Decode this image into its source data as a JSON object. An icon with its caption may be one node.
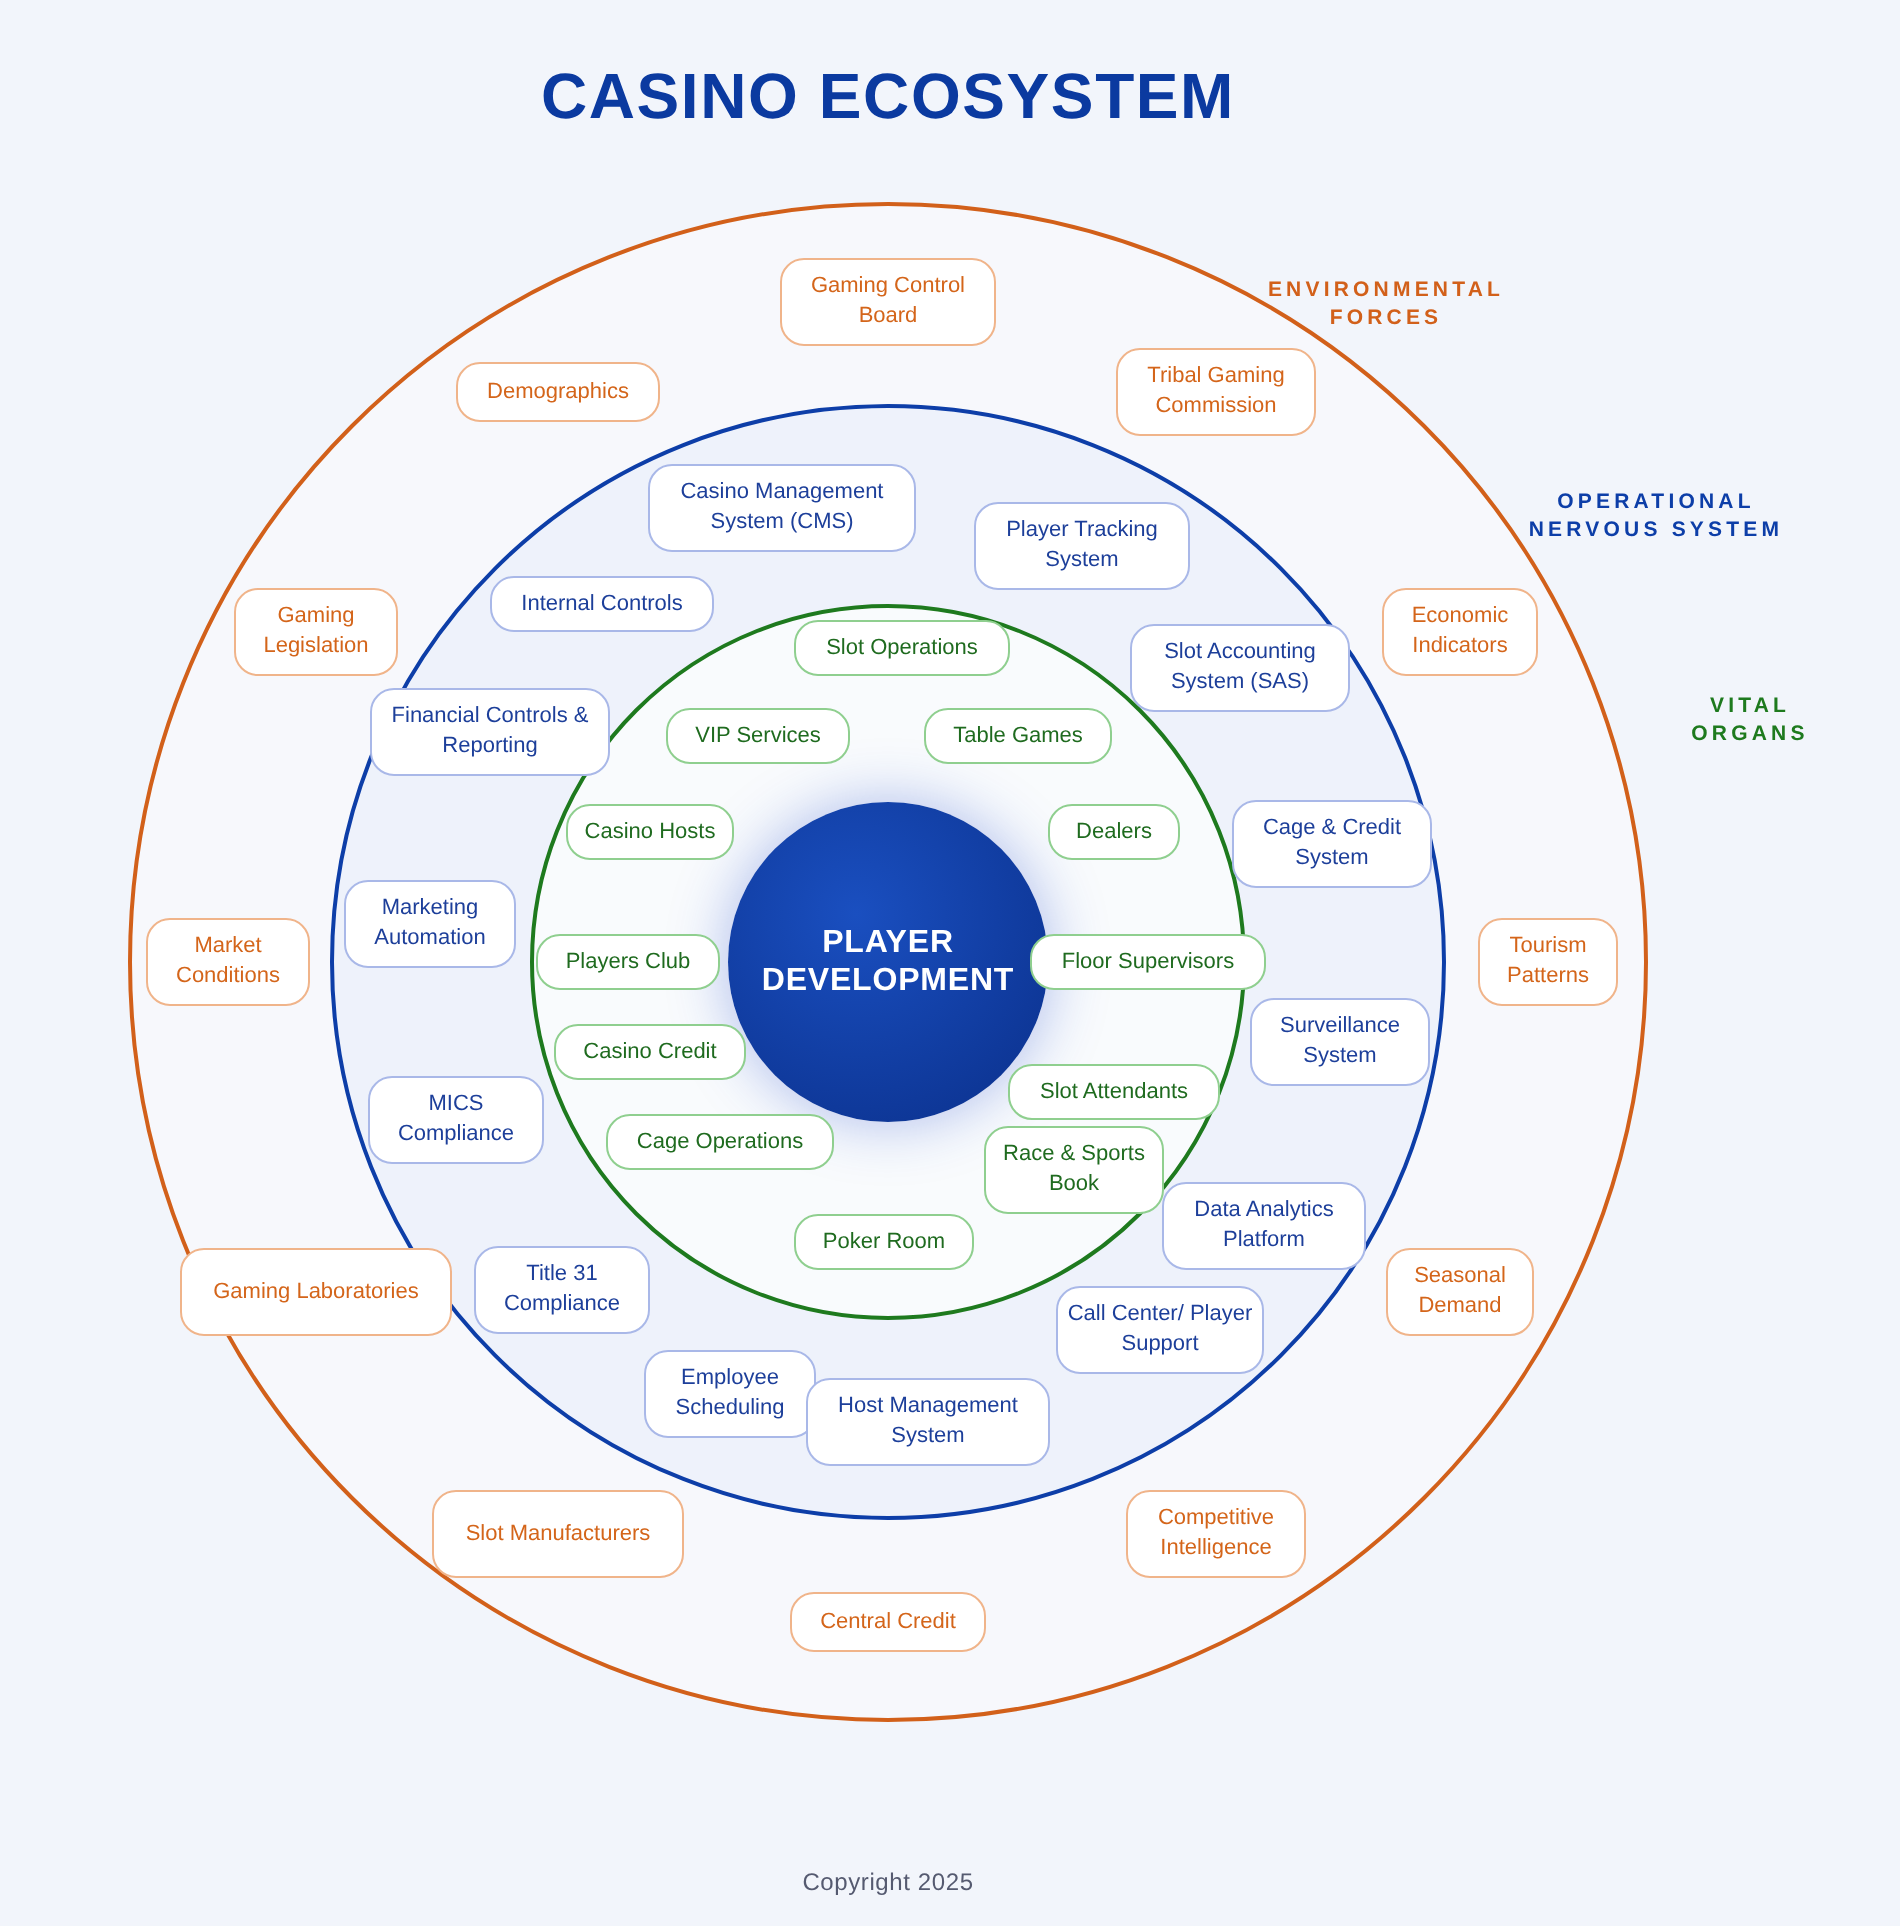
{
  "diagram": {
    "title": "CASINO ECOSYSTEM",
    "nodes": [
      {
        "text": [],
        "shape": "circle"
      },
      {
        "text": [],
        "shape": "circle",
        "in": 0
      },
      {
        "text": [],
        "shape": "circle",
        "in": 1
      },
      {
        "text": [
          "PLAYER DEVELOPMENT"
        ],
        "in": 2
      },
      {
        "text": [
          "Gaming Control Board"
        ],
        "in": 0
      },
      {
        "text": [
          "Demographics"
        ],
        "in": 0
      },
      {
        "text": [
          "Tribal Gaming Commission"
        ],
        "in": 0
      },
      {
        "text": [
          "Gaming Legislation"
        ],
        "in": 0
      },
      {
        "text": [
          "Economic Indicators"
        ],
        "in": 0
      },
      {
        "text": [
          "Market Conditions"
        ],
        "in": 0
      },
      {
        "text": [
          "Tourism Patterns"
        ],
        "in": 0
      },
      {
        "text": [
          "Gaming Laboratories"
        ],
        "in": 0
      },
      {
        "text": [
          "Seasonal Demand"
        ],
        "in": 0
      },
      {
        "text": [
          "Slot Manufacturers"
        ],
        "in": 0
      },
      {
        "text": [
          "Competitive Intelligence"
        ],
        "in": 0
      },
      {
        "text": [
          "Central Credit"
        ],
        "in": 0
      },
      {
        "text": [
          "Casino Management System (CMS)"
        ],
        "in": 1
      },
      {
        "text": [
          "Player Tracking System"
        ],
        "in": 1
      },
      {
        "text": [
          "Internal Controls"
        ],
        "in": 1
      },
      {
        "text": [
          "Slot Accounting System (SAS)"
        ],
        "in": 1
      },
      {
        "text": [
          "Financial Controls & Reporting"
        ],
        "in": 1
      },
      {
        "text": [
          "Cage & Credit System"
        ],
        "in": 1
      },
      {
        "text": [
          "Marketing Automation"
        ],
        "in": 1
      },
      {
        "text": [
          "Surveillance System"
        ],
        "in": 1
      },
      {
        "text": [
          "MICS Compliance"
        ],
        "in": 1
      },
      {
        "text": [
          "Data Analytics Platform"
        ],
        "in": 1
      },
      {
        "text": [
          "Title 31 Compliance"
        ],
        "in": 1
      },
      {
        "text": [
          "Call Center/ Player Support"
        ],
        "in": 1
      },
      {
        "text": [
          "Employee Scheduling"
        ],
        "in": 1
      },
      {
        "text": [
          "Host Management System"
        ],
        "in": 1
      },
      {
        "text": [
          "Slot Operations"
        ],
        "in": 2
      },
      {
        "text": [
          "VIP Services"
        ],
        "in": 2
      },
      {
        "text": [
          "Table Games"
        ],
        "in": 2
      },
      {
        "text": [
          "Casino Hosts"
        ],
        "in": 2
      },
      {
        "text": [
          "Dealers"
        ],
        "in": 2
      },
      {
        "text": [
          "Players Club"
        ],
        "in": 2
      },
      {
        "text": [
          "Floor Supervisors"
        ],
        "in": 2
      },
      {
        "text": [
          "Casino Credit"
        ],
        "in": 2
      },
      {
        "text": [
          "Slot Attendants"
        ],
        "in": 2
      },
      {
        "text": [
          "Cage Operations"
        ],
        "in": 2
      },
      {
        "text": [
          "Race & Sports Book"
        ],
        "in": 2
      },
      {
        "text": [
          "Poker Room"
        ],
        "in": 2
      }
    ],
    "edges": [],
    "labels": [
      "ENVIRONMENTAL FORCES",
      "OPERATIONAL NERVOUS SYSTEM",
      "VITAL ORGANS",
      "Copyright 2025"
    ]
  }
}
